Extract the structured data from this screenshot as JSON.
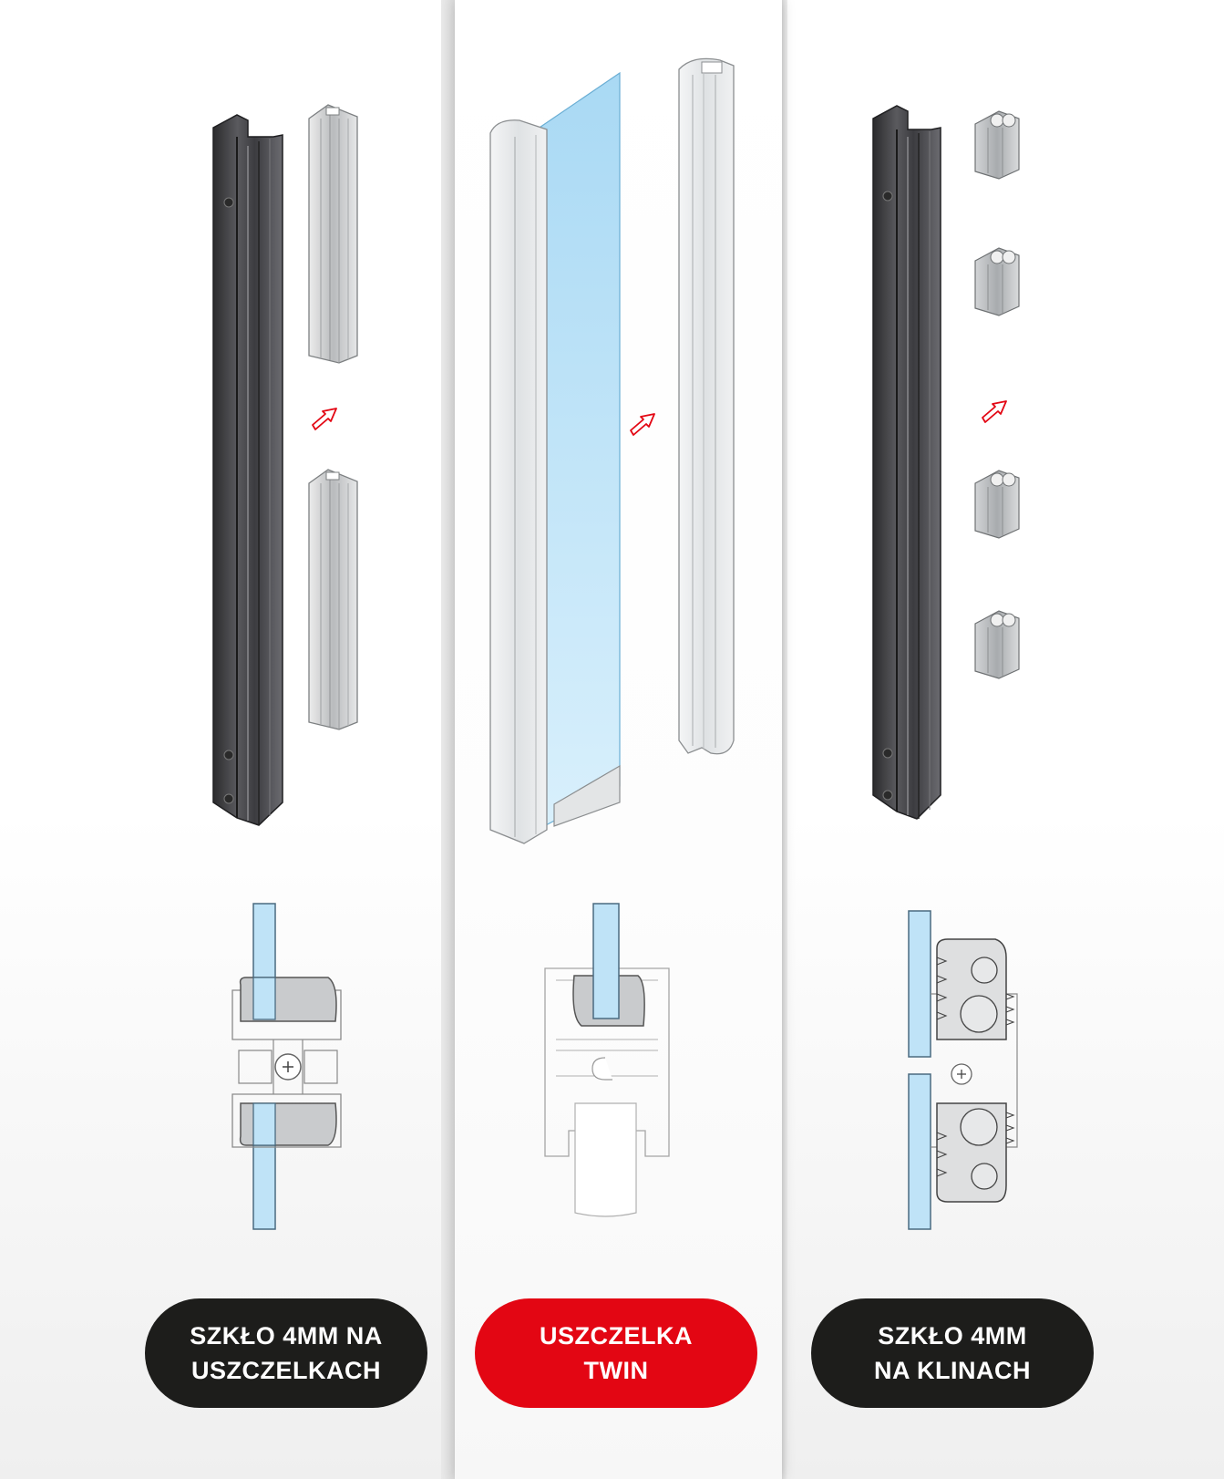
{
  "colors": {
    "accent_red": "#e30613",
    "dark_label": "#1d1d1b",
    "glass_blue": "#bfe3f7",
    "dark_profile": "#3a3a3c",
    "light_profile": "#e9ebec",
    "arrow": "#e30613"
  },
  "panels": [
    {
      "label": {
        "line1": "SZKŁO 4MM NA",
        "line2": "USZCZELKACH"
      },
      "background": "#ffffff",
      "label_color": "#1d1d1b"
    },
    {
      "label": {
        "line1": "USZCZELKA",
        "line2": "TWIN"
      },
      "background": "#ffffff",
      "label_color": "#e30613"
    },
    {
      "label": {
        "line1": "SZKŁO 4MM",
        "line2": "NA KLINACH"
      },
      "background": "#ffffff",
      "label_color": "#1d1d1b"
    }
  ],
  "icons": [
    "arrow-down-left-icon",
    "gasket-profile",
    "glass-pane",
    "aluminium-profile",
    "cross-section-drawing"
  ]
}
